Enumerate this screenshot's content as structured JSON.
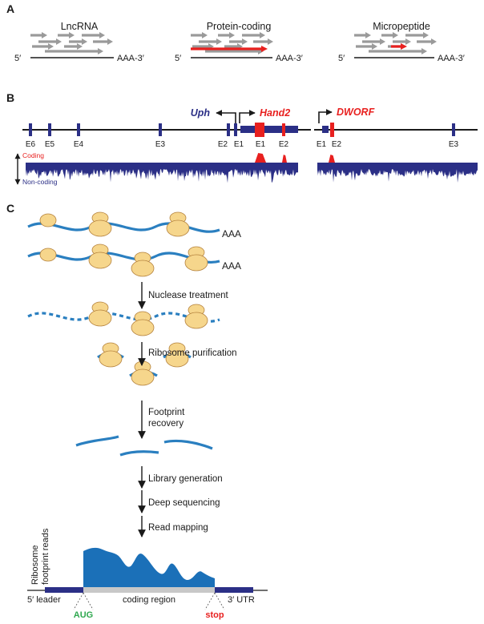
{
  "colors": {
    "gray_arrow": "#9a9a9a",
    "red": "#e8201f",
    "navy": "#2b2f86",
    "blue_wave": "#2a7fc0",
    "area_fill": "#1b70b8",
    "ribosome_fill": "#f6d68c",
    "ribosome_stroke": "#b4813c",
    "green": "#2fa84f",
    "black": "#1a1a1a"
  },
  "panel_a": {
    "label": "A",
    "five_prime": "5′",
    "three_prime": "AAA-3′",
    "groups": [
      {
        "title": "LncRNA"
      },
      {
        "title": "Protein-coding"
      },
      {
        "title": "Micropeptide"
      }
    ]
  },
  "panel_b": {
    "label": "B",
    "gene_uph": "Uph",
    "gene_hand2": "Hand2",
    "gene_dworf": "DWORF",
    "coding_label": "Coding",
    "noncoding_label": "Non-coding",
    "exons_left": [
      "E6",
      "E5",
      "E4",
      "E3",
      "E2",
      "E1",
      "E1",
      "E2"
    ],
    "exons_right": [
      "E1",
      "E2",
      "E3"
    ]
  },
  "panel_c": {
    "label": "C",
    "aaa": "AAA",
    "steps": [
      "Nuclease treatment",
      "Ribosome purification",
      "Footprint\nrecovery",
      "Library generation",
      "Deep sequencing",
      "Read mapping"
    ],
    "ylabel": "Ribosome\nfootprint reads",
    "five_leader": "5′ leader",
    "coding_region": "coding region",
    "three_utr": "3′ UTR",
    "aug": "AUG",
    "stop": "stop"
  }
}
